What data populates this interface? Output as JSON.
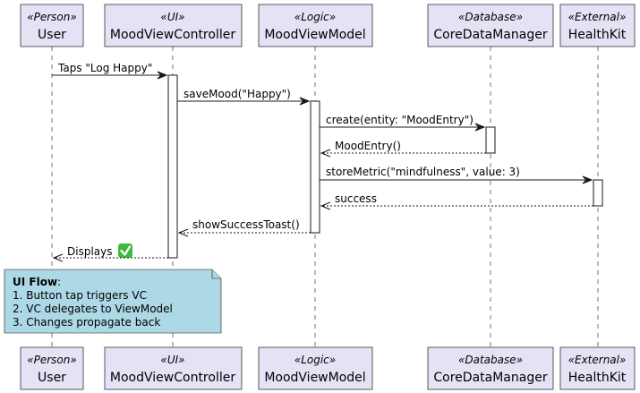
{
  "participants": [
    {
      "id": "user",
      "stereotype": "«Person»",
      "name": "User"
    },
    {
      "id": "controller",
      "stereotype": "«UI»",
      "name": "MoodViewController"
    },
    {
      "id": "viewmodel",
      "stereotype": "«Logic»",
      "name": "MoodViewModel"
    },
    {
      "id": "coredata",
      "stereotype": "«Database»",
      "name": "CoreDataManager"
    },
    {
      "id": "healthkit",
      "stereotype": "«External»",
      "name": "HealthKit"
    }
  ],
  "messages": [
    {
      "label": "Taps \"Log Happy\"",
      "from": "user",
      "to": "controller",
      "style": "solid"
    },
    {
      "label": "saveMood(\"Happy\")",
      "from": "controller",
      "to": "viewmodel",
      "style": "solid"
    },
    {
      "label": "create(entity: \"MoodEntry\")",
      "from": "viewmodel",
      "to": "coredata",
      "style": "solid"
    },
    {
      "label": "MoodEntry()",
      "from": "coredata",
      "to": "viewmodel",
      "style": "dashed"
    },
    {
      "label": "storeMetric(\"mindfulness\", value: 3)",
      "from": "viewmodel",
      "to": "healthkit",
      "style": "solid"
    },
    {
      "label": "success",
      "from": "healthkit",
      "to": "viewmodel",
      "style": "dashed"
    },
    {
      "label": "showSuccessToast()",
      "from": "viewmodel",
      "to": "controller",
      "style": "dashed"
    },
    {
      "label": "Displays",
      "from": "controller",
      "to": "user",
      "style": "dashed",
      "emoji": "✅"
    }
  ],
  "note": {
    "title": "UI Flow",
    "title_suffix": ":",
    "lines": [
      "1. Button tap triggers VC",
      "2. VC delegates to ViewModel",
      "3. Changes propagate back"
    ]
  },
  "colors": {
    "participant_fill": "#e3e3f5",
    "note_fill": "#add8e6",
    "check_green": "#3fb93f",
    "line": "#181818"
  }
}
